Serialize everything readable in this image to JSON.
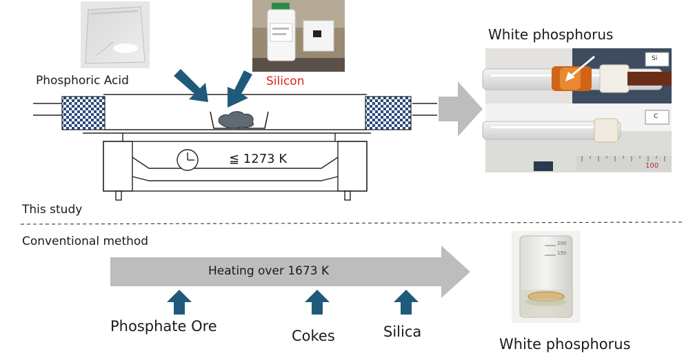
{
  "this_study": {
    "section_label": "This study",
    "reactant_1": "Phosphoric Acid",
    "reactant_2": "Silicon",
    "reactant_2_color": "#e02020",
    "temperature": "≦ 1273 K",
    "product": "White phosphorus",
    "photo_tags": [
      "Si",
      "C"
    ],
    "ruler_number": "100"
  },
  "conventional": {
    "section_label": "Conventional method",
    "process": "Heating over 1673 K",
    "inputs": [
      "Phosphate Ore",
      "Cokes",
      "Silica"
    ],
    "product": "White phosphorus",
    "beaker_marks": [
      "200",
      "150"
    ]
  },
  "colors": {
    "arrow_blue": "#1f5a7a",
    "process_arrow": "#bdbdbd",
    "checker": "#2a4a7a"
  },
  "icons": [
    "clock-icon",
    "down-arrow-icon",
    "up-arrow-icon",
    "right-arrow-icon"
  ]
}
